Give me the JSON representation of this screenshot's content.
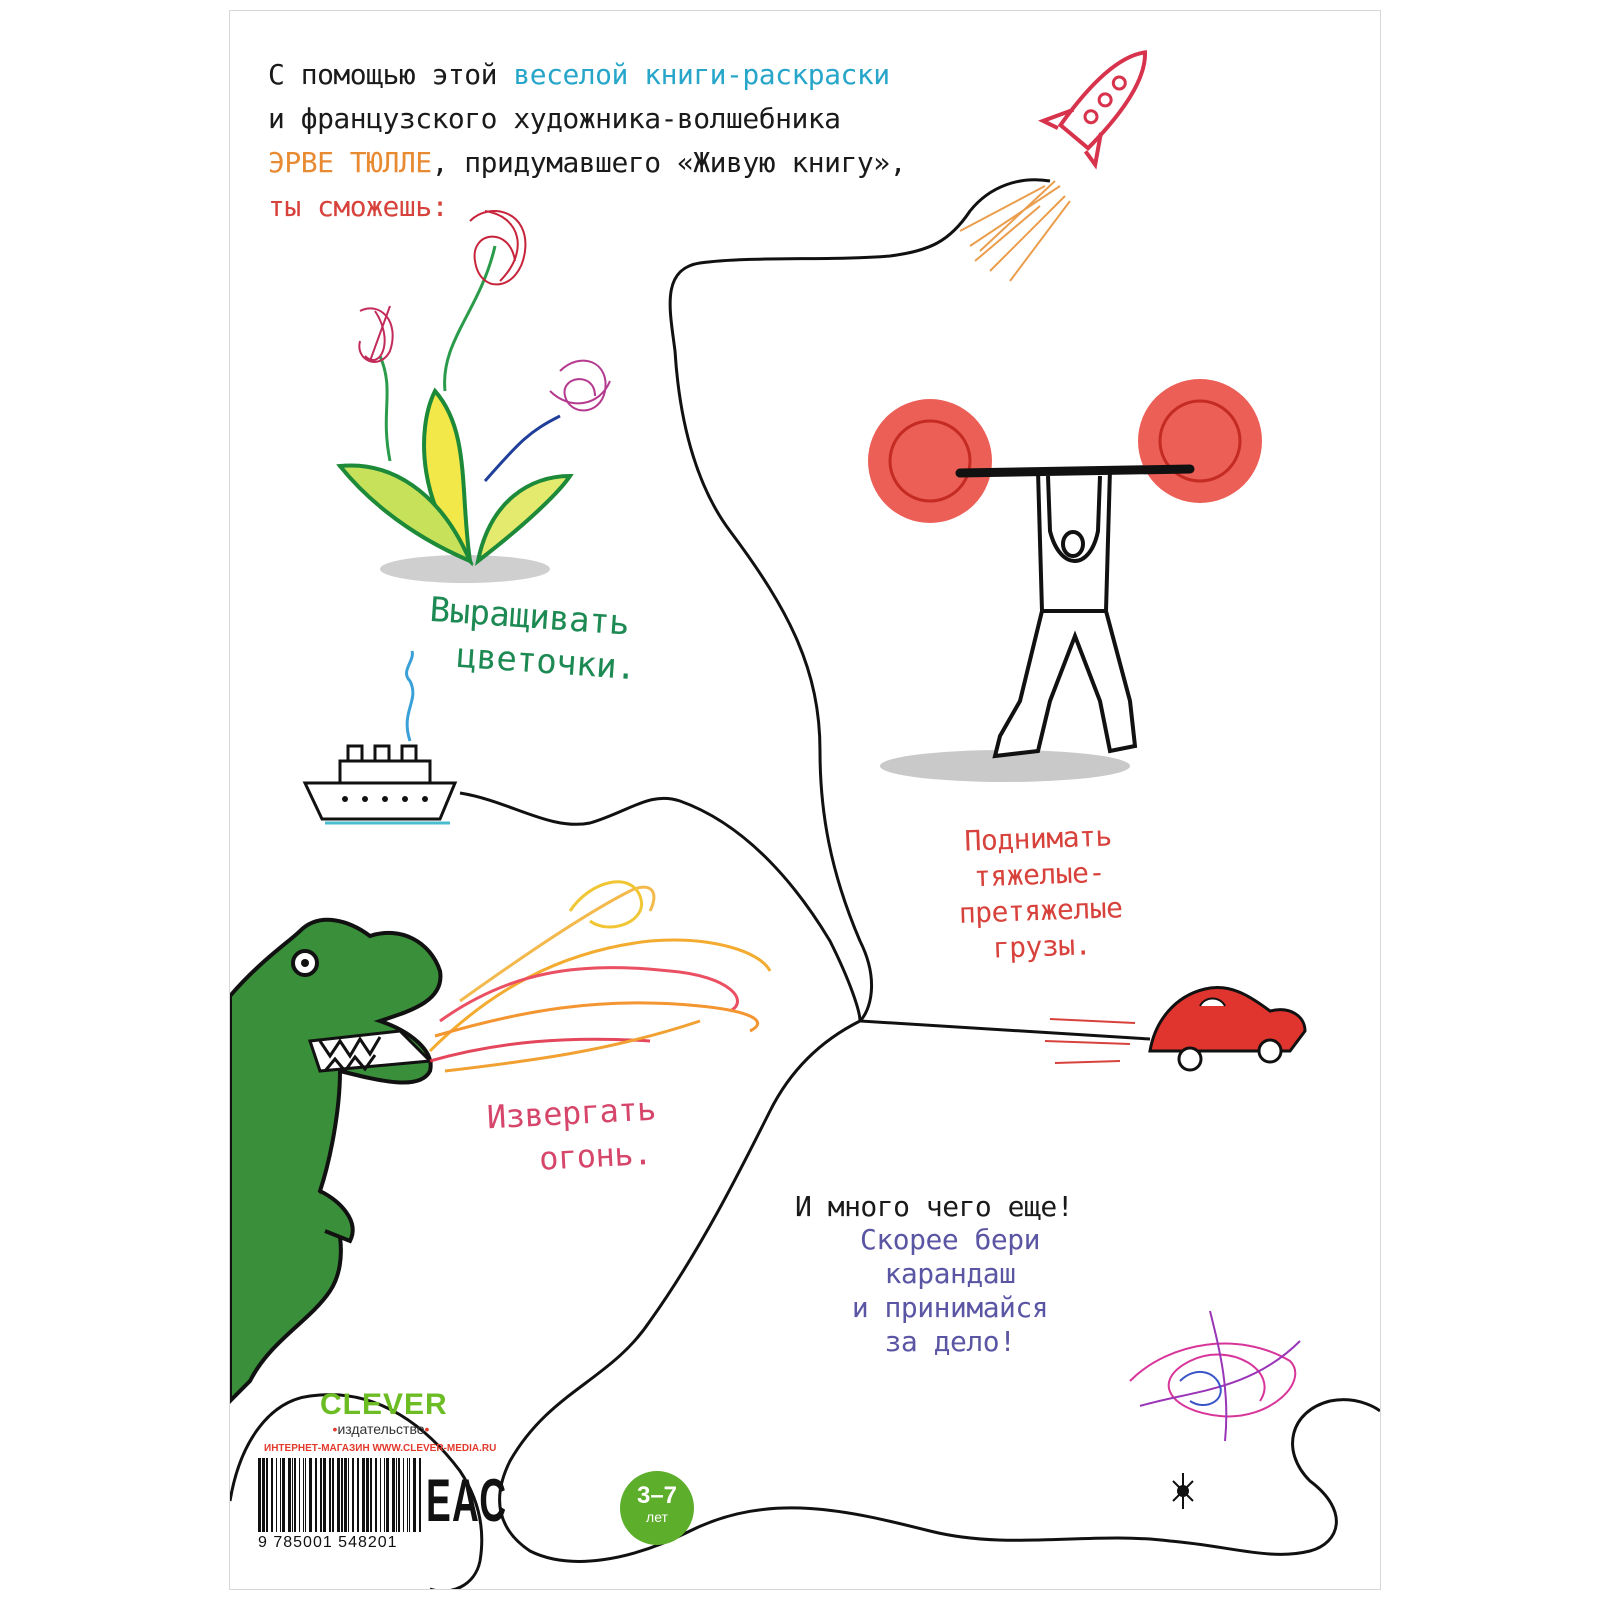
{
  "intro": {
    "line1_a": "С помощью этой ",
    "line1_b": "веселой книги-раскраски",
    "line2": "и французского художника-волшебника",
    "line3_a": "ЭРВЕ ТЮЛЛЕ",
    "line3_b": ", придумавшего «Живую книгу»,",
    "line4": "ты сможешь:"
  },
  "captions": {
    "flowers": [
      "Выращивать",
      "цветочки."
    ],
    "weights": [
      "Поднимать",
      "тяжелые-",
      "претяжелые",
      "грузы."
    ],
    "fire": [
      "Извергать",
      "огонь."
    ],
    "more": "И много чего еще!",
    "pencil": [
      "Скорее бери",
      "карандаш",
      "и принимайся",
      "за дело!"
    ]
  },
  "publisher": {
    "name": "CLEVER",
    "sub": "издательство",
    "shop": "ИНТЕРНЕТ-МАГАЗИН WWW.CLEVER-MEDIA.RU"
  },
  "isbn": "9 785001 548201",
  "eac": "ЕАС",
  "age": {
    "range": "3–7",
    "unit": "лет"
  },
  "colors": {
    "blue": "#27a6c9",
    "orange": "#e88a32",
    "red": "#d8423c",
    "green": "#1d8a53",
    "pink": "#d6456a",
    "purple": "#5b56a3",
    "brand_green": "#5dae2b"
  }
}
